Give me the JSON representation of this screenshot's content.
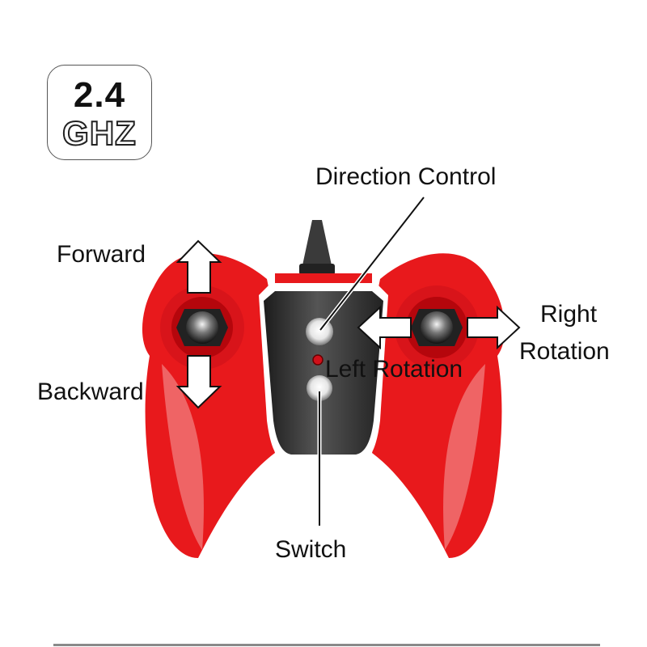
{
  "badge": {
    "frequency": "2.4",
    "unit": "GHZ"
  },
  "labels": {
    "direction_control": "Direction Control",
    "forward": "Forward",
    "backward": "Backward",
    "left_rotation": "Left Rotation",
    "right_rotation_line1": "Right",
    "right_rotation_line2": "Rotation",
    "switch": "Switch"
  },
  "colors": {
    "body_red": "#e8191c",
    "panel_dark": "#3a3a3a",
    "text": "#111111"
  }
}
